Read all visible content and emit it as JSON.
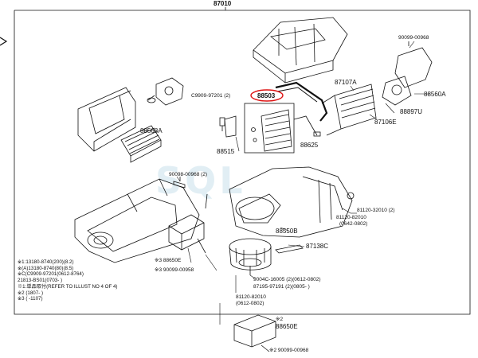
{
  "diagram": {
    "assembly_no": "87010",
    "watermark": "SQL",
    "parts": {
      "p90099_00968_top": "90099-00968",
      "p88560A": "88560A",
      "p88897U": "88897U",
      "p87107A": "87107A",
      "p87106E": "87106E",
      "p88503": "88503",
      "p88625": "88625",
      "pC9909_97201": "C9909-97201 (2)",
      "p88515": "88515",
      "p88568A": "88568A",
      "p90098_00968": "90098-00968 (2)",
      "p81120_32010_a": "81120-32010 (2)",
      "p81120_82010": "81120-82010",
      "p81120_82010_date": "(0642-0802)",
      "p88550B": "88550B",
      "p87138C": "87138C",
      "p88650E_upper_mark": "※3 88650E",
      "p90099_00958": "※3 90099-00958",
      "p9004C": "9004C-16005 (2)(0612-0802)",
      "p87195": "87195-97191 (2)(0805-   )",
      "p81120_lower": "81120-82010",
      "p81120_lower_date": "(0612-0802)",
      "p88650E_lower": "88650E",
      "p88650E_lower_mark": "※2",
      "p90099_00968_bottom": "※2 90099-00968"
    },
    "notes": [
      "※1:13180-8740(200)(8.2)",
      "   ※(A)13180-8740(80)(8.5)",
      "   ※C(C9909-97201(0612-8764)",
      "   21813-BS01(0703-    )",
      "※1:単品取付(REFER TO ILLUST NO 4 OF 4)",
      "※2 (1807-    )",
      "※3 (    -1107)"
    ]
  }
}
